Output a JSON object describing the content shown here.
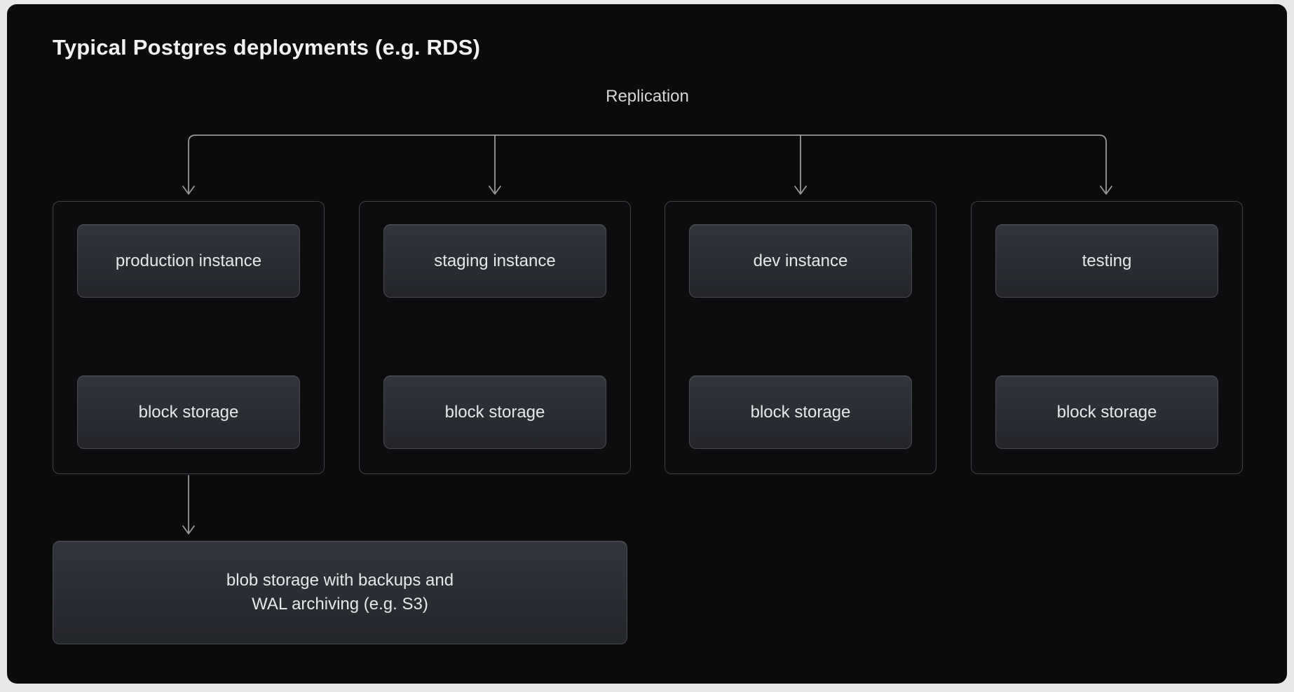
{
  "title": "Typical Postgres deployments (e.g. RDS)",
  "replication_label": "Replication",
  "groups": [
    {
      "instance": "production instance",
      "storage": "block storage"
    },
    {
      "instance": "staging instance",
      "storage": "block storage"
    },
    {
      "instance": "dev instance",
      "storage": "block storage"
    },
    {
      "instance": "testing",
      "storage": "block storage"
    }
  ],
  "blob": {
    "line1": "blob storage with backups and",
    "line2": "WAL archiving (e.g. S3)"
  },
  "colors": {
    "page_bg": "#e8e8e6",
    "canvas_bg": "#0b0b0c",
    "group_border": "#3e4147",
    "node_bg_top": "#32353c",
    "node_bg_bottom": "#24262c",
    "node_border": "#474a50",
    "arrow": "#96989c",
    "text": "#e6e7e9",
    "title_text": "#f2f2f3"
  }
}
